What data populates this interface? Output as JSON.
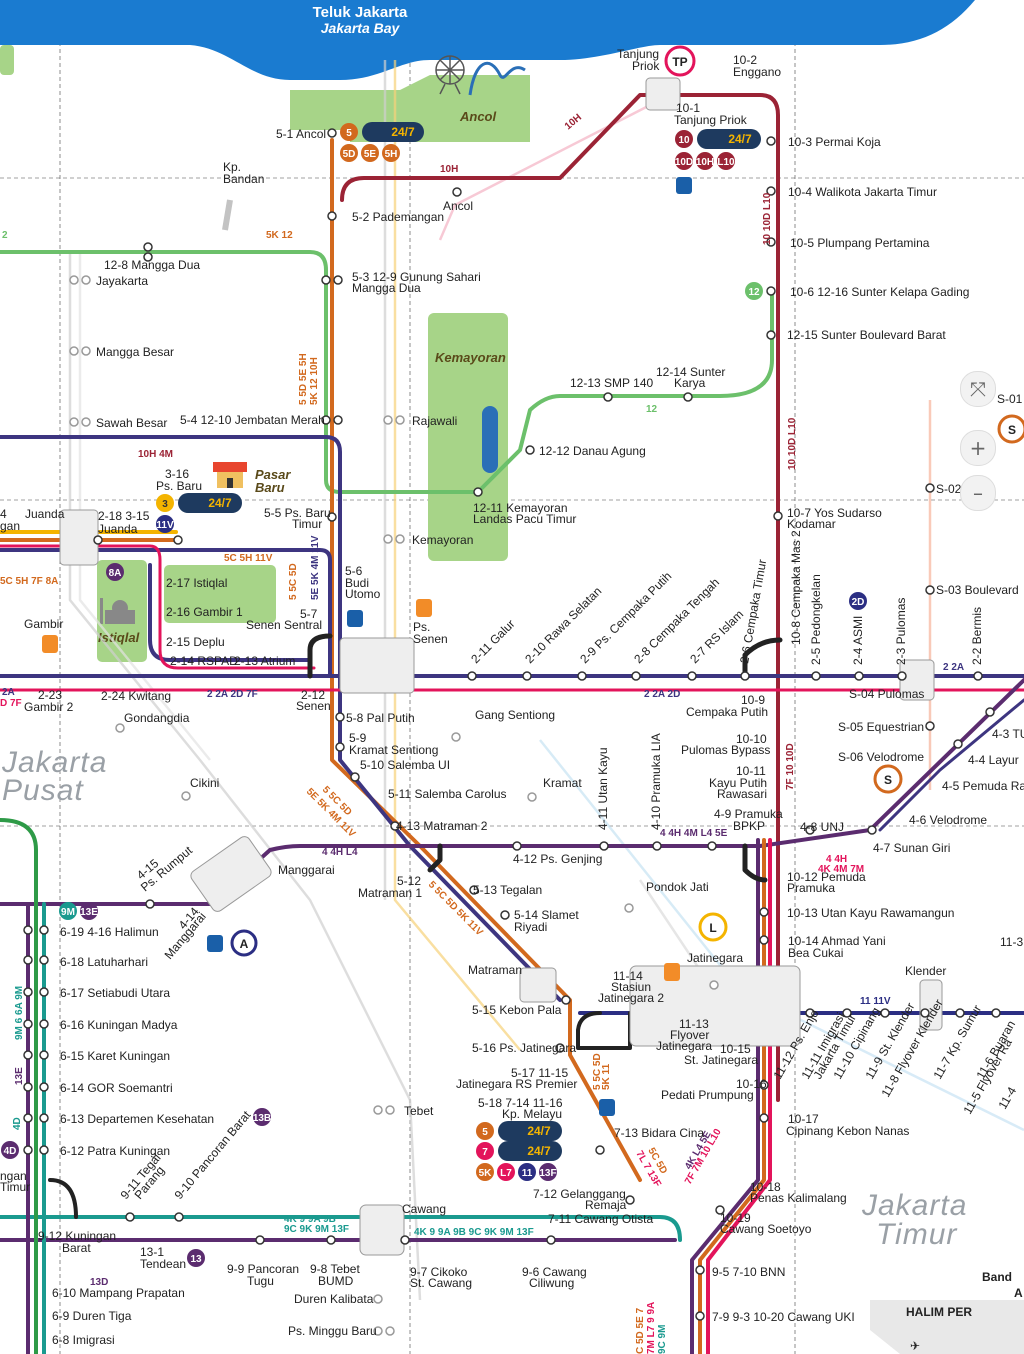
{
  "bay": {
    "name": "Teluk Jakarta",
    "name_en": "Jakarta Bay"
  },
  "areas": {
    "pusat": [
      "Jakarta",
      "Pusat"
    ],
    "timur": [
      "Jakarta",
      "Timur"
    ]
  },
  "parks": {
    "ancol": "Ancol",
    "kemayoran": "Kemayoran",
    "pasar_baru": [
      "Pasar",
      "Baru"
    ],
    "istiqlal": "Istiqlal"
  },
  "hubs": {
    "tp": "TP",
    "s": "S",
    "l": "L",
    "a": "A"
  },
  "airport": {
    "name_line1": "Band",
    "name_line2": "A",
    "name_line3": "HALIM PER"
  },
  "open": "24/7",
  "stations": {
    "tanjung_priok": [
      "Tanjung",
      "Priok"
    ],
    "s10_2": [
      "10-2",
      "Enggano"
    ],
    "s10_1": [
      "10-1",
      "Tanjung Priok"
    ],
    "s10_3": "10-3 Permai Koja",
    "s10_4": "10-4 Walikota Jakarta Timur",
    "s10_5": "10-5 Plumpang Pertamina",
    "s10_6": "10-6 12-16 Sunter Kelapa Gading",
    "s12_15": "12-15 Sunter Boulevard Barat",
    "s12_14": [
      "12-14 Sunter",
      "Karya"
    ],
    "s12_13": "12-13 SMP 140",
    "s12_12": "12-12 Danau Agung",
    "s12_11": [
      "12-11 Kemayoran",
      "Landas Pacu Timur"
    ],
    "s10_7": [
      "10-7 Yos Sudarso",
      "Kodamar"
    ],
    "s5_1": "5-1 Ancol",
    "kp_bandan": [
      "Kp.",
      "Bandan"
    ],
    "ancol_krl": "Ancol",
    "s5_2": "5-2 Pademangan",
    "s5_3": [
      "5-3 12-9 Gunung Sahari",
      "Mangga Dua"
    ],
    "s12_8": [
      "12-8 Mangga Dua",
      "Jayakarta"
    ],
    "mangga_besar": "Mangga Besar",
    "sawah_besar": "Sawah Besar",
    "s5_4": "5-4 12-10 Jembatan Merah",
    "rajawali": "Rajawali",
    "s3_16": [
      "3-16",
      "Ps. Baru"
    ],
    "juanda": "Juanda",
    "s2_18": [
      "2-18 3-15",
      "Juanda"
    ],
    "s5_5": [
      "5-5 Ps. Baru",
      "Timur"
    ],
    "kemayoran_krl": "Kemayoran",
    "s5_6": [
      "5-6",
      "Budi",
      "Utomo"
    ],
    "s2_17": "2-17 Istiqlal",
    "s2_16": "2-16 Gambir 1",
    "s2_15": "2-15 Deplu",
    "s2_14": "2-14 RSPAD",
    "s2_13": "2-13 Atrium",
    "s5_7": [
      "5-7",
      "Senen Sentral"
    ],
    "ps_senen": [
      "Ps.",
      "Senen"
    ],
    "gambir": "Gambir",
    "s2_12": [
      "2-12",
      "Senen"
    ],
    "s2_23": [
      "2-23",
      "Gambir 2"
    ],
    "s2_24": "2-24 Kwitang",
    "gondangdia": "Gondangdia",
    "s2_11": "2-11 Galur",
    "s2_10": "2-10 Rawa Selatan",
    "s2_9": "2-9 Ps. Cempaka Putih",
    "s2_8": "2-8 Cempaka Tengah",
    "s2_7": "2-7 RS Islam",
    "s2_6": "2-6 Cempaka Timur",
    "s10_8": "10-8 Cempaka Mas 2",
    "s2_5": "2-5 Pedongkelan",
    "s2_4": "2-4 ASMI",
    "s2_3": "2-3 Pulomas",
    "s2_2": "2-2 Bermis",
    "s5_8": "5-8 Pal Putih",
    "s5_9": [
      "5-9",
      "Kramat Sentiong"
    ],
    "s5_10": "5-10 Salemba UI",
    "gang_sentiong": "Gang Sentiong",
    "s10_9": [
      "10-9",
      "Cempaka Putih"
    ],
    "s10_10": [
      "10-10",
      "Pulomas Bypass"
    ],
    "s10_11": [
      "10-11",
      "Kayu Putih",
      "Rawasari"
    ],
    "s4_9": [
      "4-9 Pramuka",
      "BPKP"
    ],
    "s_04": "S-04 Pulomas",
    "s_05": "S-05 Equestrian",
    "s_06": "S-06 Velodrome",
    "s_02": "S-02",
    "s_01": "S-01",
    "s_03": "S-03 Boulevard",
    "s4_3": "4-3 TU",
    "s4_4": "4-4 Layur",
    "s4_5": "4-5 Pemuda Raw",
    "s4_6": "4-6 Velodrome",
    "s4_7": "4-7 Sunan Giri",
    "cikini": "Cikini",
    "kramat": "Kramat",
    "s5_11": "5-11 Salemba Carolus",
    "s4_11": "4-11 Utan Kayu",
    "s4_10": "4-10 Pramuka LIA",
    "s4_8": "4-8 UNJ",
    "s4_13": "4-13 Matraman 2",
    "s4_12": "4-12 Ps. Genjing",
    "s4_15": [
      "4-15",
      "Ps. Rumput"
    ],
    "manggarai": "Manggarai",
    "s4_14": [
      "4-14",
      "Manggarai"
    ],
    "s5_12": [
      "5-12",
      "Matraman 1"
    ],
    "s5_13": "5-13 Tegalan",
    "s5_14": [
      "5-14 Slamet",
      "Riyadi"
    ],
    "pondok_jati": "Pondok Jati",
    "s10_12": [
      "10-12 Pemuda",
      "Pramuka"
    ],
    "s10_13": "10-13 Utan Kayu Rawamangun",
    "s10_14": [
      "10-14 Ahmad Yani",
      "Bea Cukai"
    ],
    "s11_3": "11-3",
    "klender": "Klender",
    "s6_19": "6-19 4-16 Halimun",
    "s6_18": "6-18 Latuharhari",
    "s6_17": "6-17 Setiabudi Utara",
    "s6_16": "6-16 Kuningan Madya",
    "s6_15": "6-15 Karet Kuningan",
    "s6_14": "6-14 GOR Soemantri",
    "s6_13": "6-13 Departemen Kesehatan",
    "s6_12": "6-12 Patra Kuningan",
    "matraman_krl": "Matraman",
    "s5_15": "5-15 Kebon Pala",
    "jatinegara": "Jatinegara",
    "s11_14": [
      "11-14",
      "Stasiun",
      "Jatinegara 2"
    ],
    "s11_13": [
      "11-13",
      "Flyover",
      "Jatinegara"
    ],
    "s5_16": "5-16 Ps. Jatinegara",
    "s5_17": [
      "5-17 11-15",
      "Jatinegara RS Premier"
    ],
    "s10_15": [
      "10-15",
      "St. Jatinegara"
    ],
    "s11_12": "11-12 Ps. Enjo",
    "s11_11": [
      "11-11 Imigrasi",
      "Jakarta Timur"
    ],
    "s11_10": "11-10 Cipinang",
    "s11_9": "11-9 St. Klender",
    "s11_8": "11-8 Flyover Klender",
    "s11_7": "11-7 Kp. Sumur",
    "s11_6": "11-6 Buaran",
    "s11_5": "11-5 Flyover Ra",
    "s11_4": "11-4",
    "s5_18": [
      "5-18 7-14 11-16",
      "Kp. Melayu"
    ],
    "s10_16": [
      "10-16",
      "Pedati Prumpung"
    ],
    "s10_17": [
      "10-17",
      "Cipinang Kebon Nanas"
    ],
    "tebet": "Tebet",
    "s7_13": "7-13 Bidara Cina",
    "s7_12": [
      "7-12 Gelanggang",
      "Remaja"
    ],
    "s7_11": "7-11 Cawang Otista",
    "cawang": "Cawang",
    "s10_18": [
      "10-18",
      "Penas Kalimalang"
    ],
    "s10_19": [
      "10-19",
      "Cawang Soetoyo"
    ],
    "s9_11": [
      "9-11 Tegal",
      "Parang"
    ],
    "s9_10": "9-10 Pancoran Barat",
    "s9_12": [
      "9-12 Kuningan",
      "Barat"
    ],
    "s13_1": [
      "13-1",
      "Tendean"
    ],
    "s9_9": [
      "9-9 Pancoran",
      "Tugu"
    ],
    "s9_8": [
      "9-8 Tebet",
      "BUMD"
    ],
    "s9_7": [
      "9-7 Cikoko",
      "St. Cawang"
    ],
    "s9_6": [
      "9-6 Cawang",
      "Ciliwung"
    ],
    "s9_5": "9-5 7-10 BNN",
    "s7_9": "7-9 9-3 10-20 Cawang UKI",
    "duren_kalibata": "Duren Kalibata",
    "ps_minggu_baru": "Ps. Minggu Baru",
    "s6_10": "6-10 Mampang Prapatan",
    "s6_9": "6-9 Duren Tiga",
    "s6_8": "6-8 Imigrasi",
    "ngan": [
      "ngan",
      "Timur"
    ],
    "s4_left": [
      "4",
      "gan"
    ]
  },
  "route_labels": {
    "r10h_a": "10H",
    "r10h_b": "10H",
    "r5k12": "5K 12",
    "r2": "2",
    "r10h4m": "10H 4M",
    "r5c5h11v": "5C 5H 11V",
    "r5c5h7f8a": "5C 5H 7F 8A",
    "r10_10d_l10": "10 10D L10",
    "r12": "12",
    "r10_10d_l10b": "10 10D L10",
    "r_vert_5": "5 5D 5E 5H",
    "r_vert_5b": "5K 12 10H",
    "r_vert_5c": "5 5C 5D",
    "r_vert_5d": "5E 5K 4M 11V",
    "r2a2d7f": "2 2A 2D 7F",
    "r2a_left": "2A",
    "r_d7f": "D 7F",
    "r2a2d": "2 2A 2D",
    "r2a_right": "2 2A",
    "r5e5k": "5 5C 5D",
    "r5e5k4m": "5E 5K 4M 11V",
    "r44hl4": "4 4H L4",
    "r44ml4": "4 4H 4M L4 5E",
    "r7f10": "7F 10 10D",
    "r4_4h": "4 4H",
    "r4k4m7m": "4K 4M 7M",
    "r11_11v": "11 11V",
    "r5_5c": "5 5C 5D 5K 11V",
    "r5c5d": "5 5C 5D",
    "r5k11": "5K 11",
    "r4k9": "4K 9 9A 9B",
    "r9c9k": "9C 9K 9M 13F",
    "r4k9b": "4K 9 9A 9B 9C 9K 9M 13F",
    "r13d": "13D",
    "r5c5d_b": "5C 5D",
    "r7l7": "7L 7 13F",
    "r4k7f": "4K L4 5E",
    "r7f7m": "7F 7M 10 L10",
    "r_left9": "4D",
    "r13e": "13E",
    "r9m6": "9M 6 6A 9M",
    "rbot1": "C 5D 5E 7",
    "rbot2": "7M L7 9 9A",
    "rbot3": "9C 9M"
  },
  "badges": {
    "b5": "5",
    "b5d": "5D",
    "b5e": "5E",
    "b5h": "5H",
    "b10": "10",
    "b10d": "10D",
    "b10h": "10H",
    "bl10": "L10",
    "b3": "3",
    "b11v": "11V",
    "b8a": "8A",
    "b2d": "2D",
    "b12": "12",
    "b9m": "9M",
    "b13e": "13E",
    "b13b": "13B",
    "b4d": "4D",
    "b13": "13",
    "b5b": "5",
    "b7": "7",
    "b5k": "5K",
    "bl7": "L7",
    "b11": "11",
    "b13f": "13F"
  },
  "colors": {
    "bay": "#1a7bd0",
    "green_bg": "#a7d488",
    "l10": "#9b2335",
    "l12": "#6cc06b",
    "l5": "#d2691e",
    "l2": "#3d3580",
    "l3": "#f4b400",
    "l4": "#5b2c6f",
    "l7": "#e3145b",
    "l9": "#1a9a8f",
    "l11": "#2b2e83",
    "l6": "#2e9a47"
  },
  "controls": {
    "fit": "⤧",
    "zoom_in": "+",
    "zoom_out": "–"
  }
}
